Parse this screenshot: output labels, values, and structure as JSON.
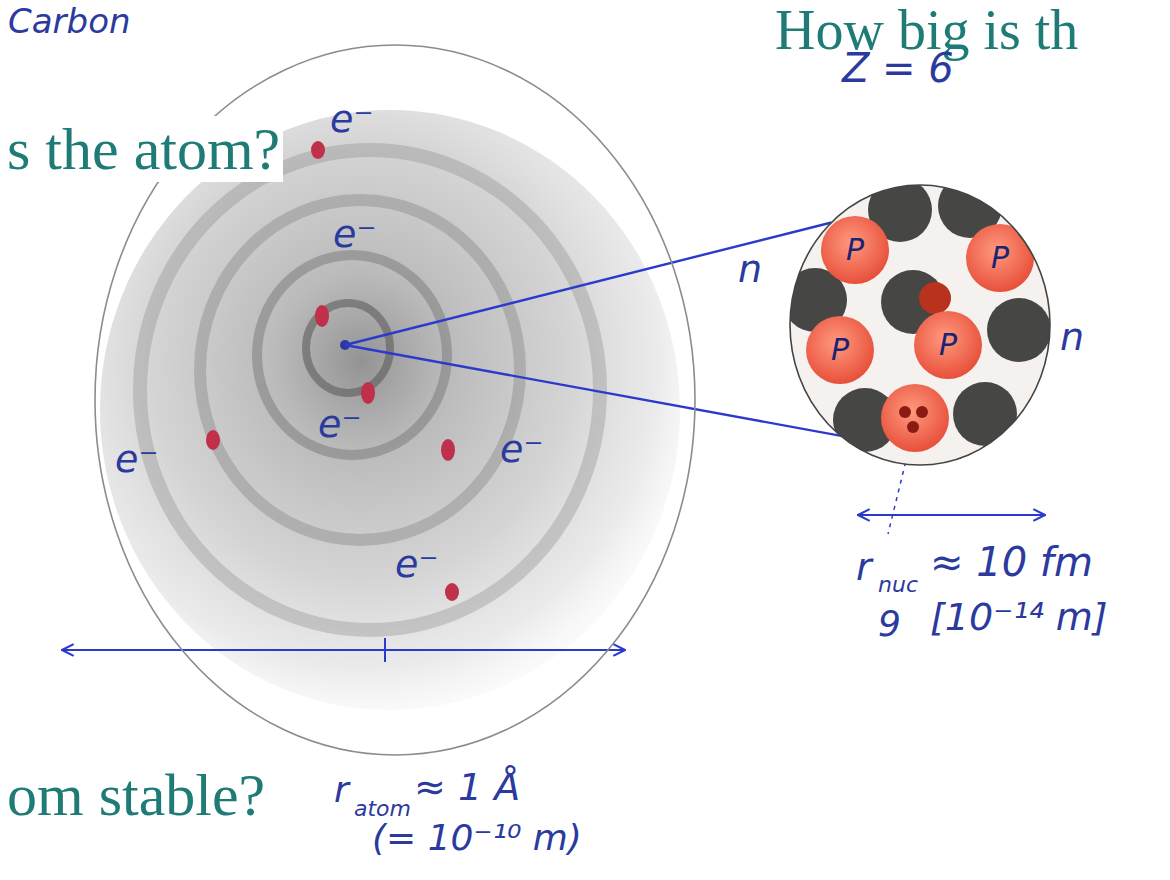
{
  "diagram": {
    "nodes": [
      {
        "text": [
          "e⁻",
          "e⁻",
          "e⁻",
          "e⁻",
          "e⁻",
          "e⁻"
        ]
      },
      {
        "text": [
          "P",
          "P",
          "P",
          "P"
        ]
      }
    ],
    "edges": [
      {
        "from": 0,
        "to": 1,
        "arrow": "none"
      },
      {
        "from": 0,
        "to": 1,
        "arrow": "none"
      }
    ],
    "labels": [
      "Carbon",
      "How big is th",
      "Z = 6",
      "s the atom?",
      "n",
      "n",
      "r",
      "nuc",
      "≈ 10 fm",
      "9",
      "[10⁻¹⁴ m]",
      "om stable?",
      "r",
      "atom",
      "≈ 1 Å",
      "(= 10⁻¹⁰ m)"
    ]
  }
}
